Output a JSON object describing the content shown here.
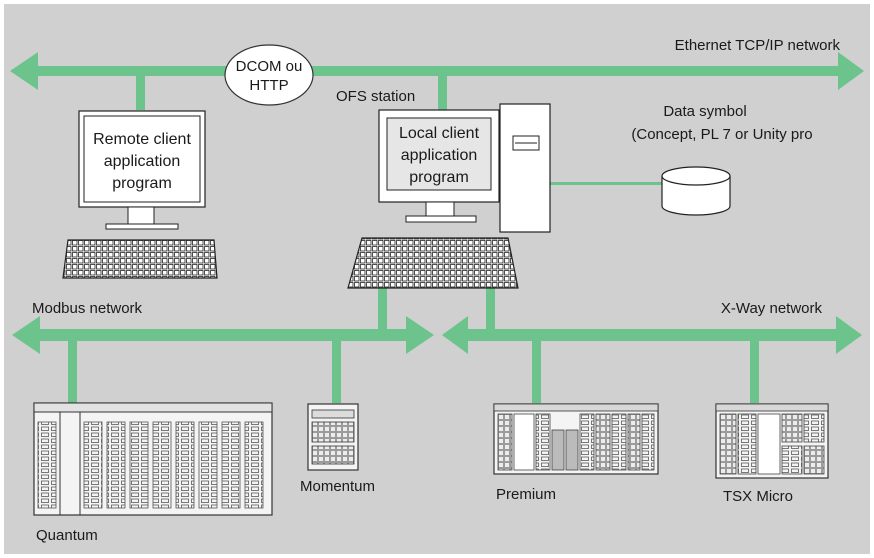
{
  "networks": {
    "ethernet": "Ethernet TCP/IP network",
    "modbus": "Modbus network",
    "xway": "X-Way network"
  },
  "cloud": {
    "line1": "DCOM ou",
    "line2": "HTTP"
  },
  "ofs_station": "OFS station",
  "remote_client": {
    "line1": "Remote client",
    "line2": "application",
    "line3": "program"
  },
  "local_client": {
    "line1": "Local client",
    "line2": "application",
    "line3": "program"
  },
  "data_symbol": {
    "line1": "Data symbol",
    "line2": "(Concept, PL 7 or Unity pro"
  },
  "devices": {
    "quantum": "Quantum",
    "momentum": "Momentum",
    "premium": "Premium",
    "tsx_micro": "TSX Micro"
  },
  "colors": {
    "background": "#d0d0d0",
    "network": "#6cc48c",
    "device_outline": "#333333",
    "screen_fill": "#e6e6e6"
  }
}
